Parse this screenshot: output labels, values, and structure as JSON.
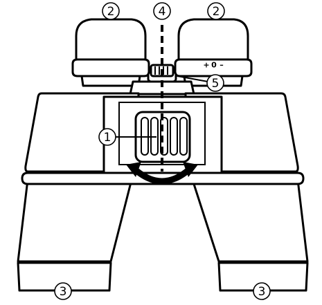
{
  "callouts": {
    "c1": "1",
    "c2_left": "2",
    "c2_right": "2",
    "c3_left": "3",
    "c3_right": "3",
    "c4": "4",
    "c5": "5"
  },
  "diopter_scale": {
    "plus": "+",
    "zero": "0",
    "minus": "–"
  },
  "colors": {
    "ink": "#000000",
    "paper": "#ffffff"
  }
}
